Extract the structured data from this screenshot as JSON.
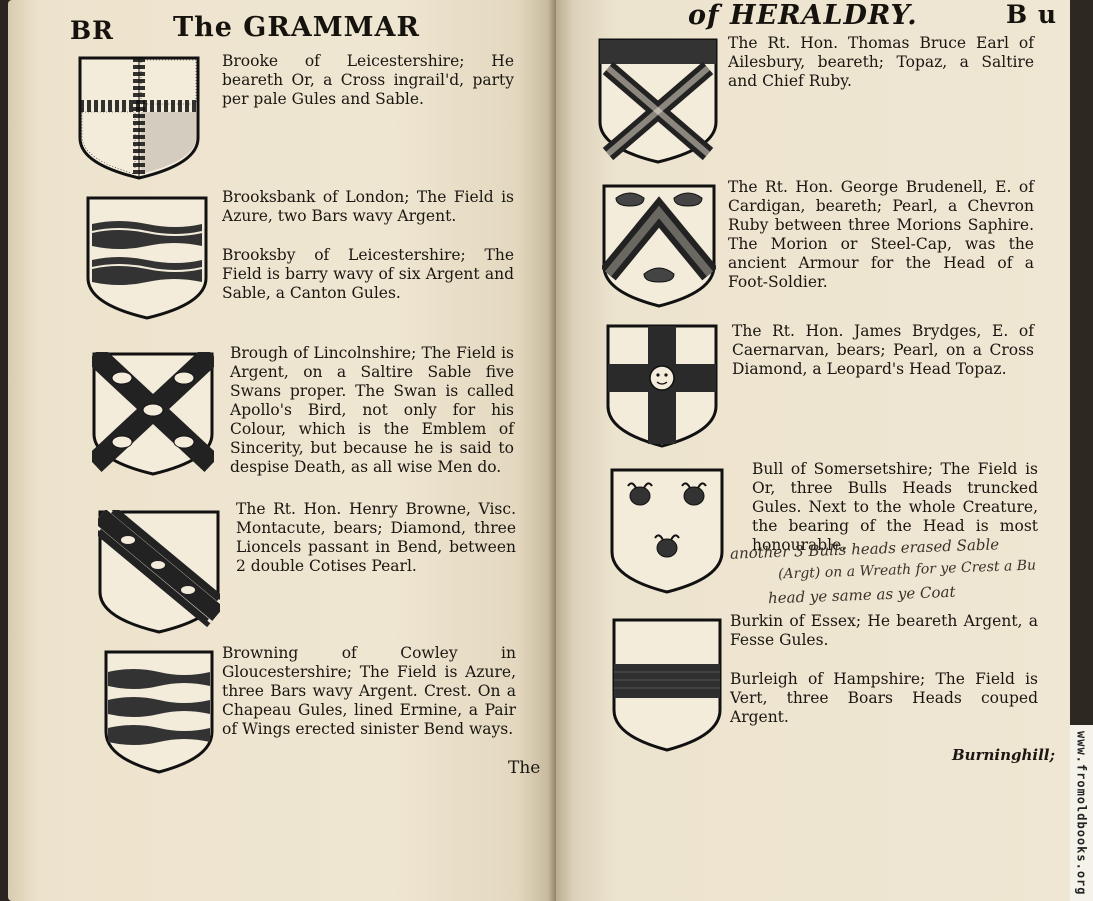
{
  "left_page": {
    "running_head_letters": "BR",
    "running_head_title": "The GRAMMAR",
    "entries": [
      "Brooke of Leicestershire; He beareth Or, a Cross ingrail'd, party per pale Gules and Sable.",
      "Brooksbank of London; The Field is Azure, two Bars wavy Argent.",
      "Brooksby of Leicestershire; The Field is barry wavy of six Argent and Sable, a Canton Gules.",
      "Brough of Lincolnshire; The Field is Argent, on a Saltire Sable five Swans proper. The Swan is called Apollo's Bird, not only for his Colour, which is the Emblem of Sincerity, but because he is said to despise Death, as all wise Men do.",
      "The Rt. Hon. Henry Browne, Visc. Montacute, bears; Diamond, three Lioncels passant in Bend, between 2 double Cotises Pearl.",
      "Browning of Cowley in Gloucestershire; The Field is Azure, three Bars wavy Argent. Crest. On a Chapeau Gules, lined Ermine, a Pair of Wings erected sinister Bend ways."
    ],
    "catchword": "The"
  },
  "right_page": {
    "running_head_title": "of HERALDRY.",
    "running_head_letters": "B u",
    "entries": [
      "The Rt. Hon. Thomas Bruce Earl of Ailesbury, beareth; Topaz, a Saltire and Chief Ruby.",
      "The Rt. Hon. George Brudenell, E. of Cardigan, beareth; Pearl, a Chevron Ruby between three Morions Saphire. The Morion or Steel-Cap, was the ancient Armour for the Head of a Foot-Soldier.",
      "The Rt. Hon. James Brydges, E. of Caernarvan, bears; Pearl, on a Cross Diamond, a Leopard's Head Topaz.",
      "Bull of Somersetshire; The Field is Or, three Bulls Heads truncked Gules. Next to the whole Creature, the bearing of the Head is most honourable.",
      "Burkin of Essex; He beareth Argent, a Fesse Gules.",
      "Burleigh of Hampshire; The Field is Vert, three Boars Heads couped Argent."
    ],
    "handwriting": [
      "another 3 Bulls heads erased Sable",
      "(Argt) on a Wreath for ye Crest a Bu",
      "head ye same as ye Coat"
    ],
    "catchword": "Burninghill;"
  },
  "watermark": "www.fromoldbooks.org"
}
